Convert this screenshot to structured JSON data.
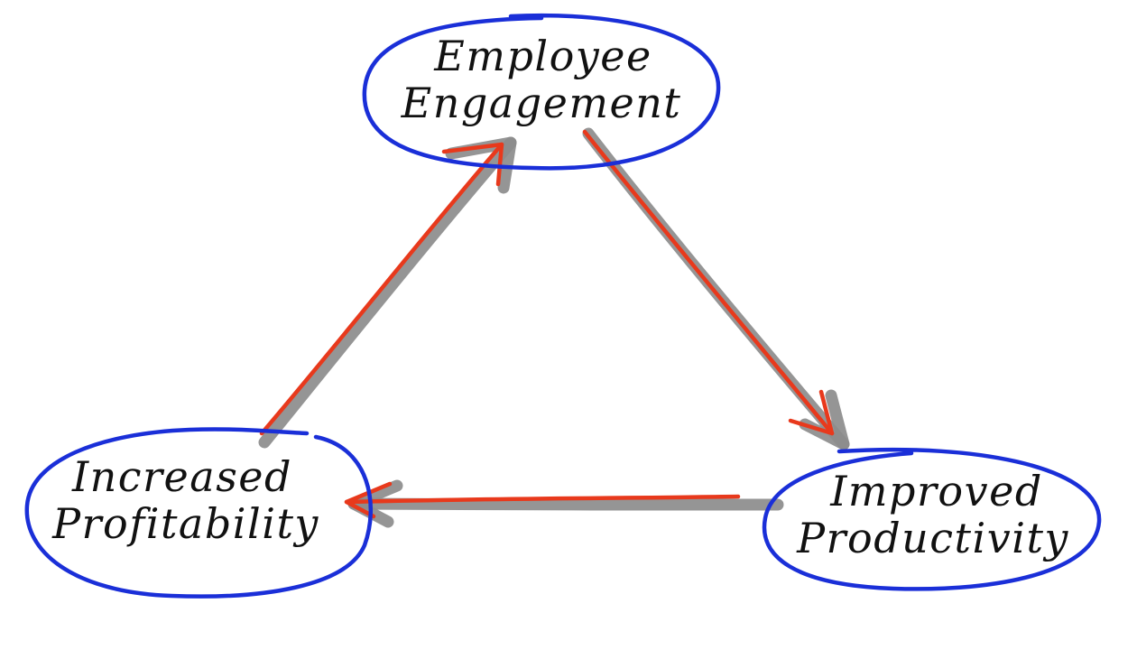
{
  "colors": {
    "background": "#ffffff",
    "ellipse": "#1a2fd8",
    "arrow": "#e8391c",
    "shadow": "#8c8c8c",
    "text": "#111111"
  },
  "nodes": {
    "engagement": {
      "line1": "Employee",
      "line2": "Engagement"
    },
    "productivity": {
      "line1": "Improved",
      "line2": "Productivity"
    },
    "profitability": {
      "line1": "Increased",
      "line2": "Profitability"
    }
  },
  "edges": [
    {
      "from": "Employee Engagement",
      "to": "Improved Productivity"
    },
    {
      "from": "Improved Productivity",
      "to": "Increased Profitability"
    },
    {
      "from": "Increased Profitability",
      "to": "Employee Engagement"
    }
  ]
}
